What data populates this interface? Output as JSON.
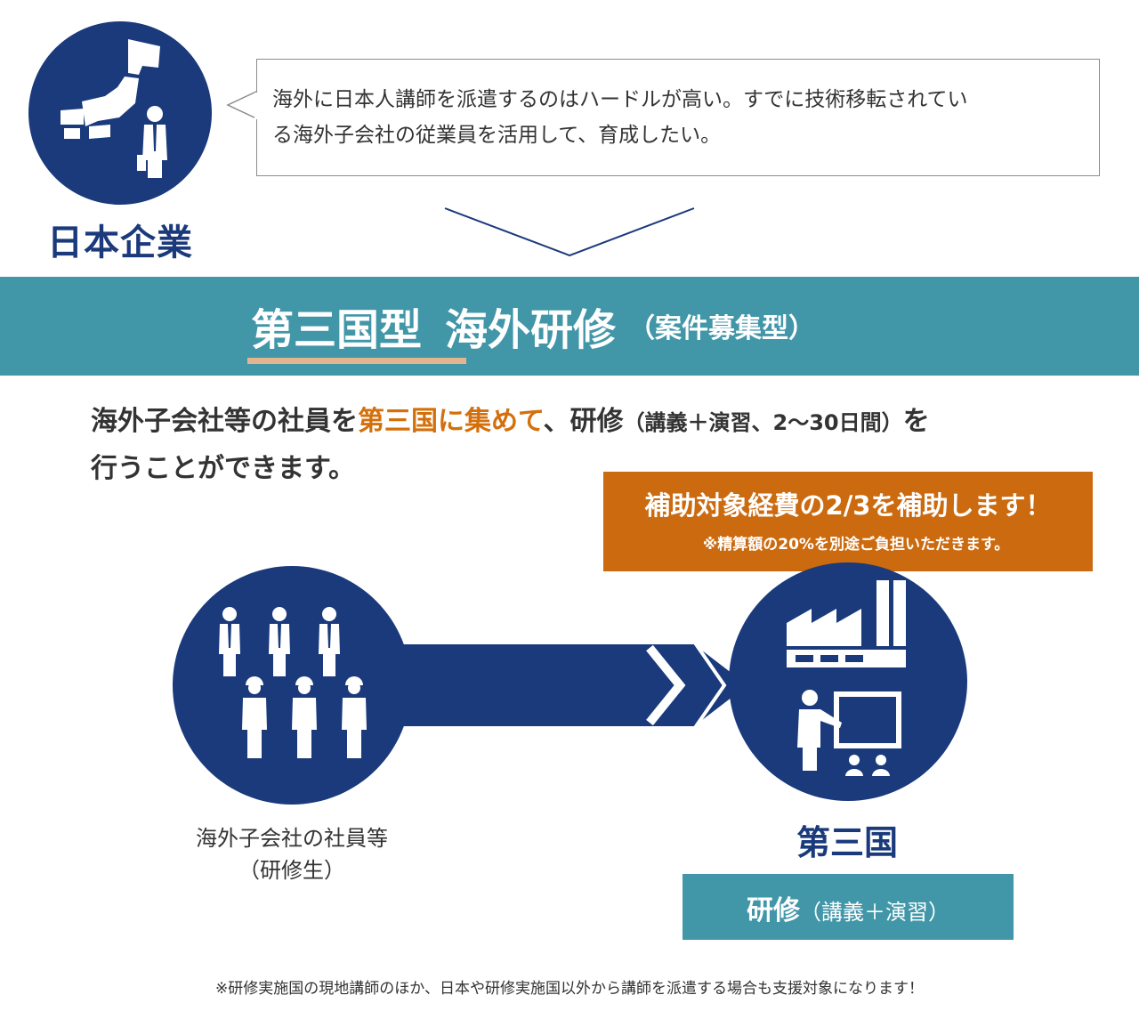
{
  "company": {
    "label": "日本企業",
    "icon": "japan-map-businessman-icon",
    "color": "#1a3a7c"
  },
  "bubble": {
    "line1": "海外に日本人講師を派遣するのはハードルが高い。すでに技術移転されてい",
    "line2": "る海外子会社の従業員を活用して、育成したい。"
  },
  "banner": {
    "highlight": "第三国型",
    "title": "海外研修",
    "subtitle": "（案件募集型）",
    "color": "#4196a8"
  },
  "description": {
    "part1": "海外子会社等の社員を",
    "highlight": "第三国に集めて",
    "part2": "、研修",
    "paren": "（講義＋演習、2～30日間）",
    "part3": "を",
    "line2": "行うことができます。",
    "highlight_color": "#d4700c"
  },
  "subsidy": {
    "main": "補助対象経費の2/3を補助します！",
    "note": "※精算額の20%を別途ご負担いただきます。",
    "color": "#cc6a0f"
  },
  "trainees": {
    "label_line1": "海外子会社の社員等",
    "label_line2": "（研修生）",
    "icon": "employees-group-icon"
  },
  "destination": {
    "label": "第三国",
    "icon": "factory-training-icon"
  },
  "training": {
    "main": "研修",
    "paren": "（講義＋演習）"
  },
  "footnote": "※研修実施国の現地講師のほか、日本や研修実施国以外から講師を派遣する場合も支援対象になります！"
}
